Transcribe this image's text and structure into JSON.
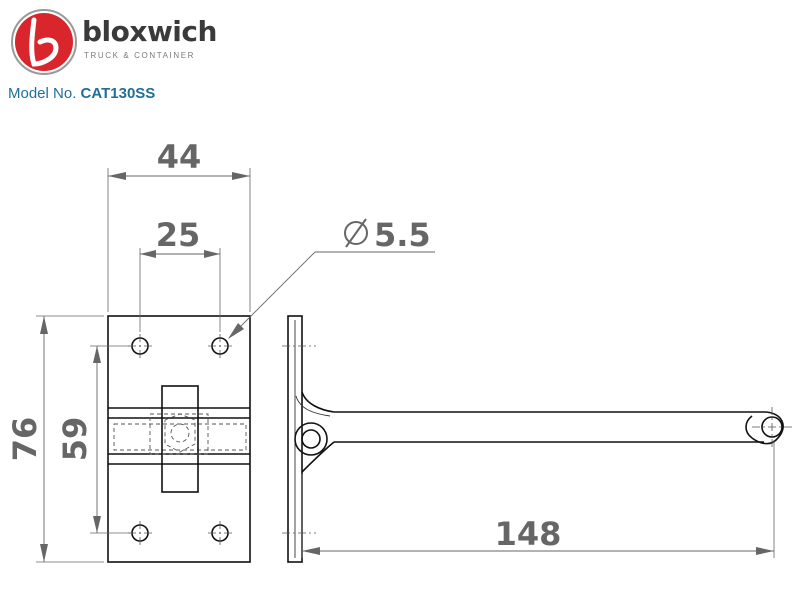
{
  "header": {
    "brand": "bloxwich",
    "tagline": "TRUCK & CONTAINER",
    "model_label": "Model No.",
    "model_number": "CAT130SS"
  },
  "dimensions": {
    "width_overall": "44",
    "hole_spacing_h": "25",
    "hole_diameter": "5.5",
    "height_overall": "76",
    "hole_spacing_v": "59",
    "handle_length": "148"
  },
  "colors": {
    "logo_red": "#d8262c",
    "model_blue": "#1f6f9a",
    "dimension_grey": "#666666"
  },
  "icons": {
    "logo": "bloxwich-logo-icon",
    "diameter": "diameter-symbol-icon"
  }
}
